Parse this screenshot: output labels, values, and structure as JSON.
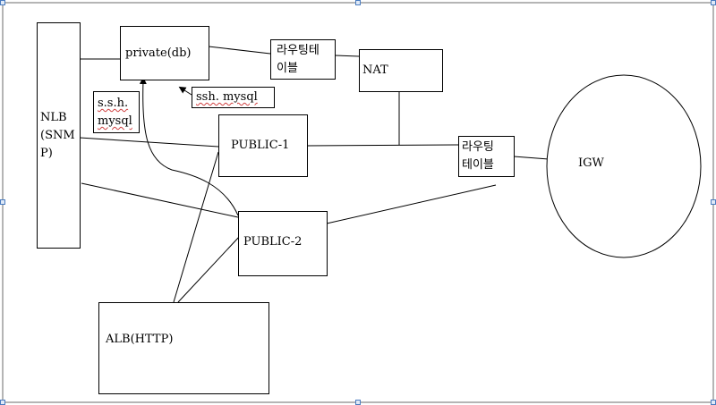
{
  "diagram": {
    "nlb": {
      "lines": [
        "NLB",
        "(SNM",
        "P)"
      ]
    },
    "private_db": {
      "label": "private(db)"
    },
    "ssh_mysql_top": {
      "label": "ssh. mysql"
    },
    "ssh_mysql_left": {
      "lines": [
        "s.s.h.",
        "mysql"
      ]
    },
    "routing_table_top": {
      "lines": [
        "라우팅테",
        "이블"
      ]
    },
    "nat": {
      "label": "NAT"
    },
    "public_1": {
      "label": "PUBLIC-1"
    },
    "routing_table_right": {
      "lines": [
        "라우팅",
        "테이블"
      ]
    },
    "igw": {
      "label": "IGW"
    },
    "public_2": {
      "label": "PUBLIC-2"
    },
    "alb": {
      "label": "ALB(HTTP)"
    }
  },
  "colors": {
    "line": "#000000",
    "selection_border": "#6b6b6b",
    "handle_border": "#4a7cc0",
    "handle_fill": "#dfe9f7",
    "spell_underline": "#d04040"
  }
}
